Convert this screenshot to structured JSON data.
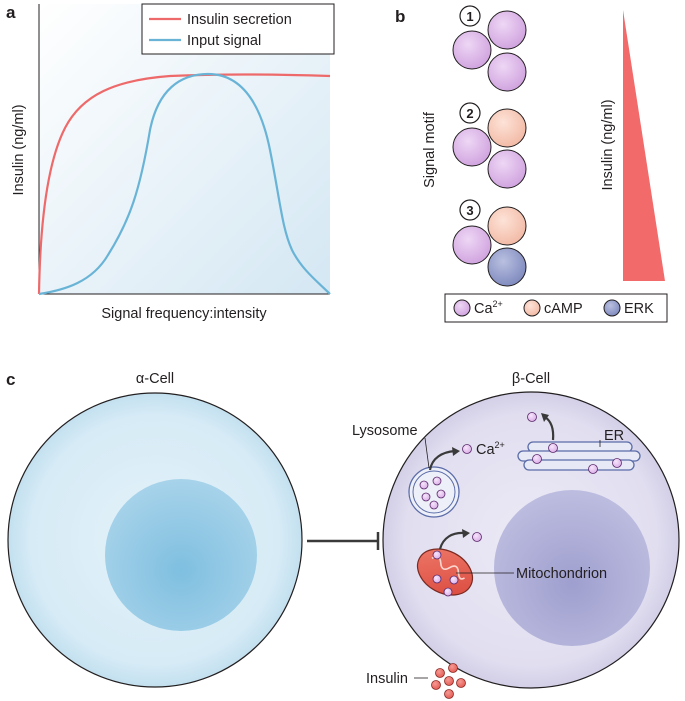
{
  "panel_a": {
    "letter": "a",
    "ylabel": "Insulin (ng/ml)",
    "xlabel": "Signal frequency:intensity",
    "legend": [
      {
        "label": "Insulin secretion",
        "color": "#ee6a6a"
      },
      {
        "label": "Input signal",
        "color": "#69b4d6"
      }
    ]
  },
  "panel_b": {
    "letter": "b",
    "motif_label": "Signal motif",
    "insulin_label": "Insulin (ng/ml)",
    "motifs": [
      {
        "number": "1",
        "spheres": [
          "Ca2+",
          "Ca2+",
          "Ca2+"
        ]
      },
      {
        "number": "2",
        "spheres": [
          "Ca2+",
          "cAMP",
          "Ca2+"
        ]
      },
      {
        "number": "3",
        "spheres": [
          "Ca2+",
          "cAMP",
          "ERK"
        ]
      }
    ],
    "key": [
      {
        "label": "Ca",
        "sup": "2+",
        "color": "#d9b2e6"
      },
      {
        "label": "cAMP",
        "sup": "",
        "color": "#f6c9b8"
      },
      {
        "label": "ERK",
        "sup": "",
        "color": "#8a94c4"
      }
    ],
    "gradient_color": "#f26a6a"
  },
  "panel_c": {
    "letter": "c",
    "alpha_title": "α-Cell",
    "beta_title": "β-Cell",
    "lysosome_label": "Lysosome",
    "ca_label": "Ca",
    "ca_sup": "2+",
    "er_label": "ER",
    "mito_label": "Mitochondrion",
    "insulin_label": "Insulin"
  }
}
